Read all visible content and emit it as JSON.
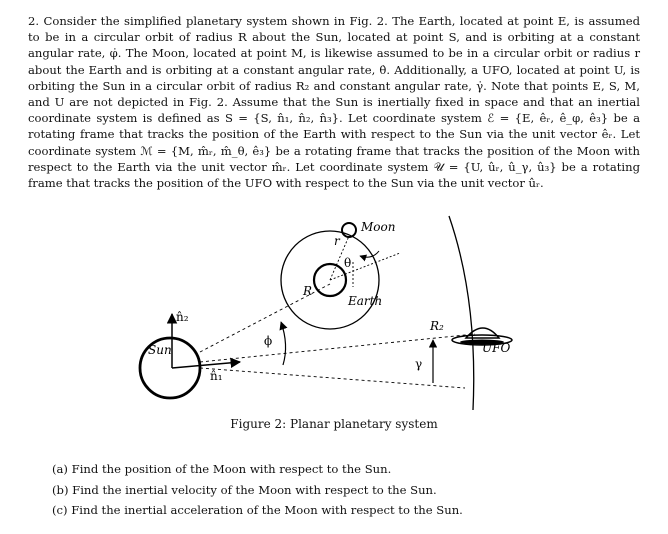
{
  "problem": {
    "number": "2.",
    "text": "Consider the simplified planetary system shown in Fig. 2. The Earth, located at point E, is assumed to be in a circular orbit of radius R about the Sun, located at point S, and is orbiting at a constant angular rate, φ̇. The Moon, located at point M, is likewise assumed to be in a circular orbit or radius r about the Earth and is orbiting at a constant angular rate, θ̇. Additionally, a UFO, located at point U, is orbiting the Sun in a circular orbit of radius R₂ and constant angular rate, γ̇. Note that points E, S, M, and U are not depicted in Fig. 2. Assume that the Sun is inertially fixed in space and that an inertial coordinate system is defined as S = {S, n̂₁, n̂₂, n̂₃}. Let coordinate system ℰ = {E, êᵣ, ê_φ, ê₃} be a rotating frame that tracks the position of the Earth with respect to the Sun via the unit vector êᵣ. Let coordinate system ℳ = {M, m̂ᵣ, m̂_θ, ê₃} be a rotating frame that tracks the position of the Moon with respect to the Earth via the unit vector m̂ᵣ. Let coordinate system 𝒰 = {U, ûᵣ, û_γ, û₃} be a rotating frame that tracks the position of the UFO with respect to the Sun via the unit vector ûᵣ."
  },
  "figure": {
    "caption": "Figure 2: Planar planetary system",
    "labels": {
      "sun": "Sun",
      "earth": "Earth",
      "moon": "Moon",
      "ufo": "UFO",
      "n1": "n̂₁",
      "n2": "n̂₂",
      "R": "R",
      "r": "r",
      "R2": "R₂",
      "phi": "ϕ",
      "theta": "θ",
      "gamma": "γ"
    }
  },
  "parts": [
    "(a) Find the position of the Moon with respect to the Sun.",
    "(b) Find the inertial velocity of the Moon with respect to the Sun.",
    "(c) Find the inertial acceleration of the Moon with respect to the Sun."
  ]
}
